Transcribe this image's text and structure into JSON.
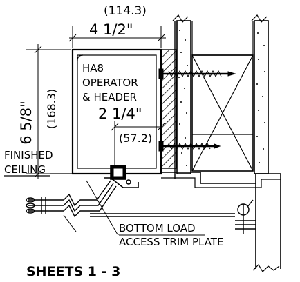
{
  "drawing": {
    "width_mm": "(114.3)",
    "width_in": "4 1/2\"",
    "height_in": "6 5/8\"",
    "height_mm": "(168.3)",
    "operator_label": [
      "HA8",
      "OPERATOR",
      "& HEADER"
    ],
    "offset_in": "2 1/4\"",
    "offset_mm": "(57.2)",
    "ceiling_label": [
      "FINISHED",
      "CEILING"
    ],
    "trim_label": [
      "BOTTOM LOAD",
      "ACCESS TRIM PLATE"
    ],
    "sheet_ref": "SHEETS 1 - 3"
  }
}
